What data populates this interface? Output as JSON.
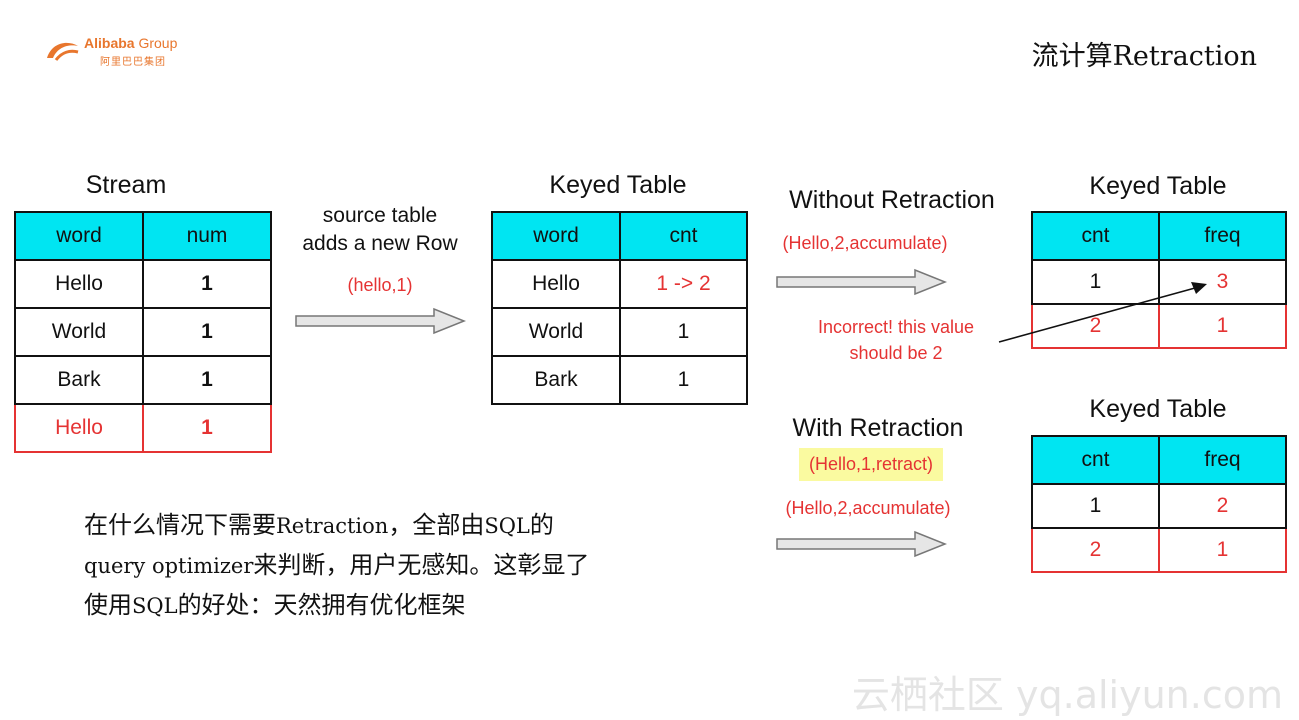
{
  "header": {
    "logo_text": "Alibaba",
    "logo_group": "Group",
    "logo_sub": "阿里巴巴集团",
    "title": "流计算Retraction"
  },
  "stream_table": {
    "title": "Stream",
    "columns": [
      "word",
      "num"
    ],
    "rows": [
      [
        "Hello",
        "1"
      ],
      [
        "World",
        "1"
      ],
      [
        "Bark",
        "1"
      ],
      [
        "Hello",
        "1"
      ]
    ]
  },
  "source_label": {
    "line1": "source table",
    "line2": "adds a new Row",
    "tuple": "(hello,1)"
  },
  "keyed_table_1": {
    "title": "Keyed Table",
    "columns": [
      "word",
      "cnt"
    ],
    "rows": [
      [
        "Hello",
        "1 -> 2"
      ],
      [
        "World",
        "1"
      ],
      [
        "Bark",
        "1"
      ]
    ]
  },
  "without_retraction": {
    "title": "Without Retraction",
    "tuple": "(Hello,2,accumulate)",
    "note_line1": "Incorrect! this value",
    "note_line2": "should be 2"
  },
  "keyed_table_2": {
    "title": "Keyed Table",
    "columns": [
      "cnt",
      "freq"
    ],
    "rows": [
      [
        "1",
        "3"
      ],
      [
        "2",
        "1"
      ]
    ]
  },
  "with_retraction": {
    "title": "With Retraction",
    "tuple_retract": "(Hello,1,retract)",
    "tuple_accumulate": "(Hello,2,accumulate)"
  },
  "keyed_table_3": {
    "title": "Keyed Table",
    "columns": [
      "cnt",
      "freq"
    ],
    "rows": [
      [
        "1",
        "2"
      ],
      [
        "2",
        "1"
      ]
    ]
  },
  "note": {
    "line1_a": "在什么情况下需要",
    "line1_b": "Retraction",
    "line1_c": "，全部由",
    "line1_d": "SQL",
    "line1_e": "的",
    "line2_a": "query optimizer",
    "line2_b": "来判断，用户无感知。这彰显了",
    "line3_a": "使用",
    "line3_b": "SQL",
    "line3_c": "的好处：天然拥有优化框架"
  },
  "watermark": "云栖社区 yq.aliyun.com",
  "colors": {
    "header_cyan": "#00e5f2",
    "accent_red": "#e53333",
    "highlight_yellow": "#fafaa0",
    "logo_orange": "#e8762d"
  }
}
